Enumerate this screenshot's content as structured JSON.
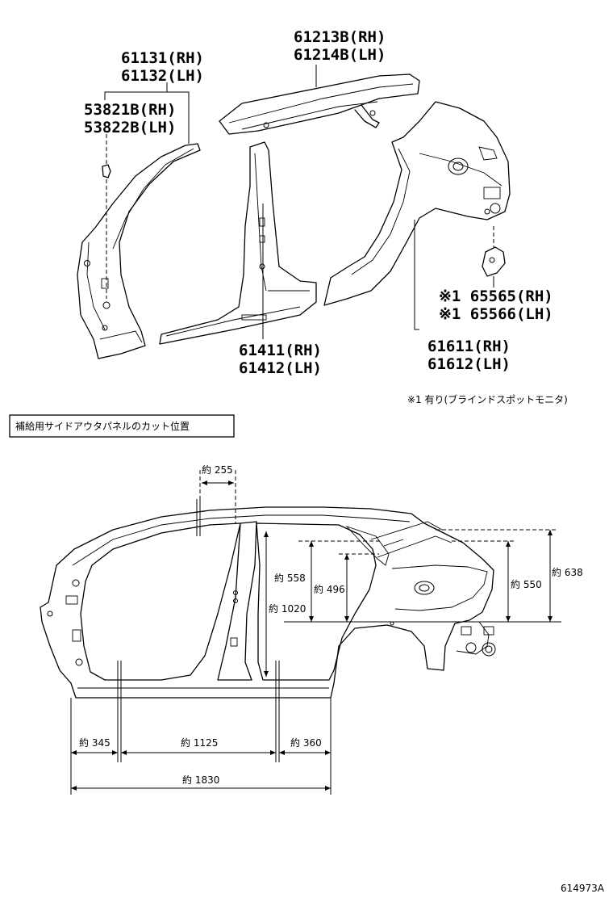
{
  "parts": {
    "roof_rail": [
      "61213B(RH)",
      "61214B(LH)"
    ],
    "front_pillar": [
      "61131(RH)",
      "61132(LH)"
    ],
    "clip": [
      "53821B(RH)",
      "53822B(LH)"
    ],
    "rocker": [
      "61411(RH)",
      "61412(LH)"
    ],
    "bracket": [
      "※1 65565(RH)",
      "※1 65566(LH)"
    ],
    "quarter_panel": [
      "61611(RH)",
      "61612(LH)"
    ]
  },
  "note": "※1 有り(ブラインドスポットモニタ)",
  "section_title": "補給用サイドアウタパネルのカット位置",
  "dimensions": {
    "top_cut": "約 255",
    "opening_h1": "約 558",
    "opening_h2": "約 496",
    "pillar_h": "約 1020",
    "rear_h1": "約 550",
    "rear_h2": "約 638",
    "front_w": "約 345",
    "mid_w": "約 1125",
    "rear_w": "約 360",
    "total_w": "約 1830"
  },
  "figure_id": "614973A"
}
